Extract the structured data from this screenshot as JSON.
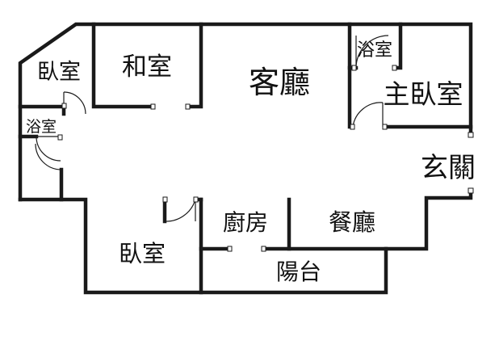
{
  "rooms": {
    "bedroom_nw": "臥室",
    "japanese_room": "和室",
    "living_room": "客廳",
    "bath_master": "浴室",
    "master_bedroom": "主臥室",
    "bath_west": "浴室",
    "entrance": "玄關",
    "kitchen": "廚房",
    "dining_room": "餐廳",
    "bedroom_sw": "臥室",
    "balcony": "陽台"
  },
  "colors": {
    "wall": "#1a1a1a",
    "background": "#ffffff"
  }
}
